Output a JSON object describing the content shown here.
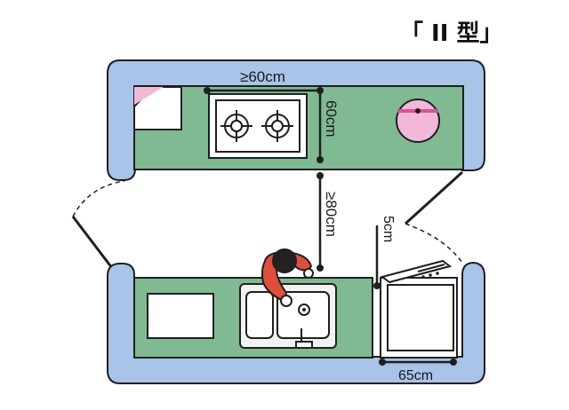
{
  "title": "「 II 型」",
  "dimensions": {
    "stove_width": "≥60cm",
    "counter_depth": "60cm",
    "aisle_width": "≥80cm",
    "gap": "5cm",
    "dishwasher_width": "65cm"
  },
  "colors": {
    "wall": "#a8c4e8",
    "counter": "#7fba92",
    "outline": "#1f1f1f",
    "person_shirt": "#e04e3a",
    "person_hair": "#222222",
    "sink_fill": "#f2f2f2",
    "pot_fill": "#f2b8d8",
    "pot_band": "#d9529a",
    "appliance_fill": "#ffffff"
  }
}
